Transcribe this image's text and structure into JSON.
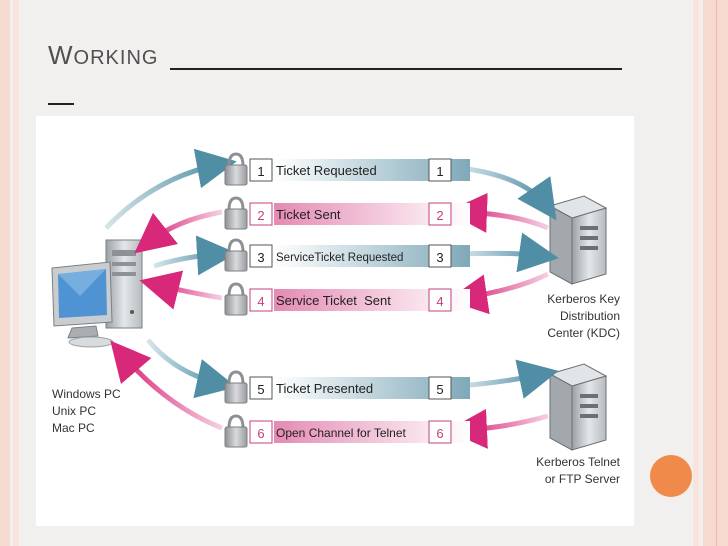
{
  "slide": {
    "title_first": "W",
    "title_rest": "ORKING"
  },
  "diagram": {
    "client_labels": [
      "Windows PC",
      "Unix PC",
      "Mac PC"
    ],
    "kdc_labels": [
      "Kerberos Key",
      "Distribution",
      "Center (KDC)"
    ],
    "server_labels": [
      "Kerberos Telnet",
      "or FTP Server"
    ],
    "messages": [
      {
        "num": "1",
        "label": "Ticket Requested"
      },
      {
        "num": "2",
        "label": "Ticket Sent"
      },
      {
        "num": "3",
        "label": "ServiceTicket Requested"
      },
      {
        "num": "4",
        "label": "Service Ticket  Sent"
      },
      {
        "num": "5",
        "label": "Ticket Presented"
      },
      {
        "num": "6",
        "label": "Open Channel for Telnet"
      }
    ]
  },
  "colors": {
    "request_bar": "#7fa9b8",
    "response_bar": "#e58ab3",
    "accent_orange": "#f08a4b",
    "title_text": "#505050"
  }
}
